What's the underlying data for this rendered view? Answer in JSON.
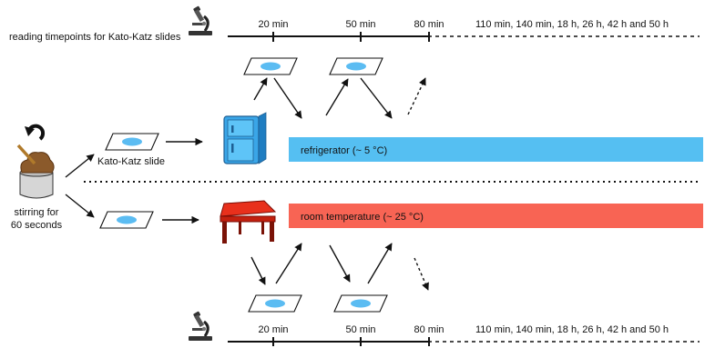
{
  "reading_label": "reading timepoints for Kato-Katz slides",
  "timeline_top": {
    "t1": "20 min",
    "t2": "50 min",
    "t3": "80 min",
    "later": "110 min, 140 min, 18 h, 26 h, 42 h and 50 h"
  },
  "timeline_bottom": {
    "t1": "20 min",
    "t2": "50 min",
    "t3": "80 min",
    "later": "110 min, 140 min, 18 h, 26 h, 42 h and 50 h"
  },
  "stirring_line1": "stirring for",
  "stirring_line2": "60 seconds",
  "slide_label": "Kato-Katz slide",
  "fridge_bar": {
    "label": "refrigerator (~ 5 °C)",
    "color": "#55bff2"
  },
  "room_bar": {
    "label": "room temperature (~ 25 °C)",
    "color": "#f86454"
  },
  "slide_smear_color": "#5bbcf2"
}
